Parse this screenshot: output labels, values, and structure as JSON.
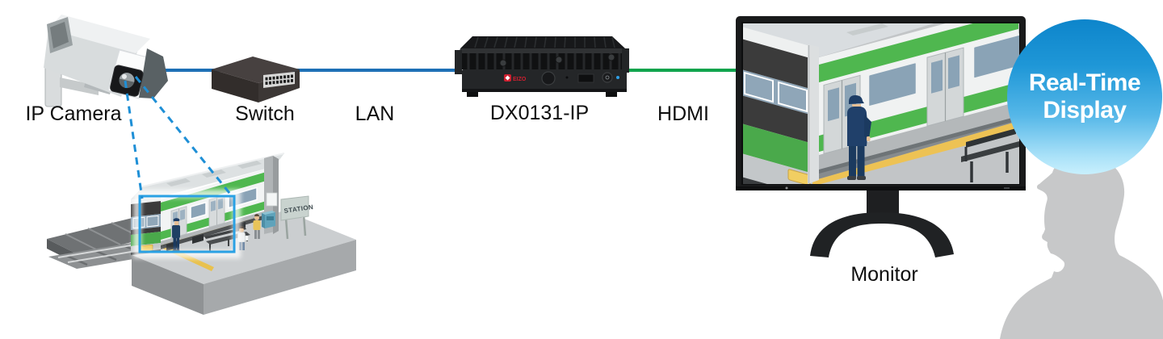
{
  "labels": {
    "ip_camera": "IP Camera",
    "switch": "Switch",
    "lan": "LAN",
    "decoder": "DX0131-IP",
    "hdmi": "HDMI",
    "monitor": "Monitor"
  },
  "badge": {
    "line1": "Real-Time",
    "line2": "Display"
  },
  "scene": {
    "station_sign": "STATION"
  },
  "decoder_device": {
    "brand": "EIZO"
  },
  "colors": {
    "lan_line": "#1d70b6",
    "hdmi_line": "#0fa44d",
    "fov_dashed": "#1e8fd6",
    "fov_highlight": "#2aa1e4",
    "badge_top": "#0d85cb",
    "badge_bottom": "#c8f0fd",
    "train_green": "#4fb74f",
    "silhouette_gray": "#c7c8c9",
    "brand_red": "#cf2030",
    "label_text": "#0e0e0e"
  }
}
